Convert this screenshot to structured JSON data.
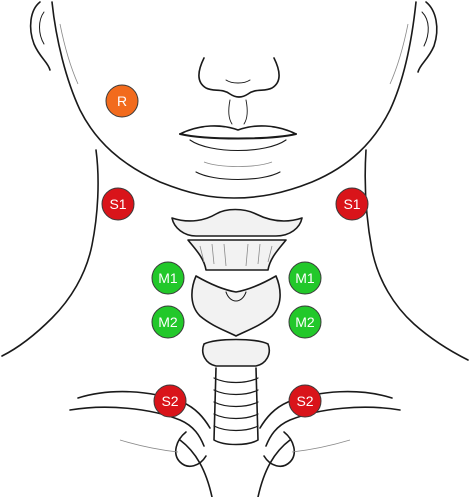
{
  "diagram": {
    "colors": {
      "outline": "#1a1a1a",
      "shade": "#8a8a8a",
      "cartilage_fill": "#f2f2f2",
      "orange": "#f26b1d",
      "red": "#d9141a",
      "green": "#22c82a",
      "marker_stroke": "#3a3a3a",
      "label_text": "#ffffff"
    },
    "markers": [
      {
        "id": "r",
        "label": "R",
        "color": "orange"
      },
      {
        "id": "s1-left",
        "label": "S1",
        "color": "red"
      },
      {
        "id": "s1-right",
        "label": "S1",
        "color": "red"
      },
      {
        "id": "m1-left",
        "label": "M1",
        "color": "green"
      },
      {
        "id": "m1-right",
        "label": "M1",
        "color": "green"
      },
      {
        "id": "m2-left",
        "label": "M2",
        "color": "green"
      },
      {
        "id": "m2-right",
        "label": "M2",
        "color": "green"
      },
      {
        "id": "s2-left",
        "label": "S2",
        "color": "red"
      },
      {
        "id": "s2-right",
        "label": "S2",
        "color": "red"
      }
    ]
  }
}
